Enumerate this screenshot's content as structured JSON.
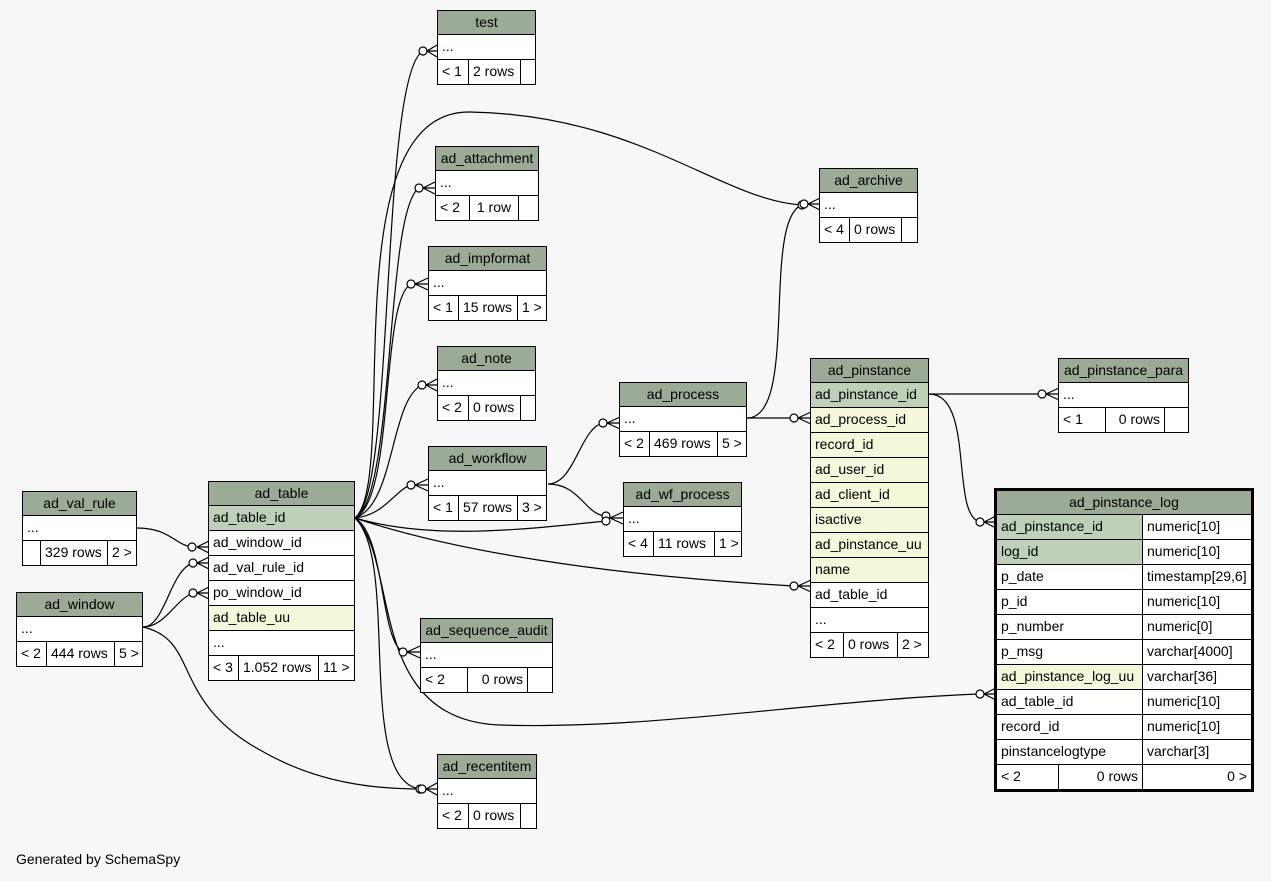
{
  "footer_text": "Generated by SchemaSpy",
  "tables": {
    "test": {
      "name": "test",
      "rows": [
        "..."
      ],
      "foot": [
        "< 1",
        "2 rows",
        ""
      ]
    },
    "ad_attachment": {
      "name": "ad_attachment",
      "rows": [
        "..."
      ],
      "foot": [
        "< 2",
        "1 row",
        ""
      ]
    },
    "ad_impformat": {
      "name": "ad_impformat",
      "rows": [
        "..."
      ],
      "foot": [
        "< 1",
        "15 rows",
        "1 >"
      ]
    },
    "ad_note": {
      "name": "ad_note",
      "rows": [
        "..."
      ],
      "foot": [
        "< 2",
        "0 rows",
        ""
      ]
    },
    "ad_workflow": {
      "name": "ad_workflow",
      "rows": [
        "..."
      ],
      "foot": [
        "< 1",
        "57 rows",
        "3 >"
      ]
    },
    "ad_sequence_audit": {
      "name": "ad_sequence_audit",
      "rows": [
        "..."
      ],
      "foot": [
        "< 2",
        "0 rows",
        ""
      ]
    },
    "ad_recentitem": {
      "name": "ad_recentitem",
      "rows": [
        "..."
      ],
      "foot": [
        "< 2",
        "0 rows",
        ""
      ]
    },
    "ad_val_rule": {
      "name": "ad_val_rule",
      "rows": [
        "..."
      ],
      "foot": [
        "",
        "329 rows",
        "2 >"
      ]
    },
    "ad_window": {
      "name": "ad_window",
      "rows": [
        "..."
      ],
      "foot": [
        "< 2",
        "444 rows",
        "5 >"
      ]
    },
    "ad_table": {
      "name": "ad_table",
      "rows": [
        "ad_table_id",
        "ad_window_id",
        "ad_val_rule_id",
        "po_window_id",
        "ad_table_uu",
        "..."
      ],
      "foot": [
        "< 3",
        "1.052 rows",
        "11 >"
      ]
    },
    "ad_process": {
      "name": "ad_process",
      "rows": [
        "..."
      ],
      "foot": [
        "< 2",
        "469 rows",
        "5 >"
      ]
    },
    "ad_wf_process": {
      "name": "ad_wf_process",
      "rows": [
        "..."
      ],
      "foot": [
        "< 4",
        "11 rows",
        "1 >"
      ]
    },
    "ad_archive": {
      "name": "ad_archive",
      "rows": [
        "..."
      ],
      "foot": [
        "< 4",
        "0 rows",
        ""
      ]
    },
    "ad_pinstance": {
      "name": "ad_pinstance",
      "rows": [
        "ad_pinstance_id",
        "ad_process_id",
        "record_id",
        "ad_user_id",
        "ad_client_id",
        "isactive",
        "ad_pinstance_uu",
        "name",
        "ad_table_id",
        "..."
      ],
      "foot": [
        "< 2",
        "0 rows",
        "2 >"
      ]
    },
    "ad_pinstance_para": {
      "name": "ad_pinstance_para",
      "rows": [
        "..."
      ],
      "foot": [
        "< 1",
        "0 rows",
        ""
      ]
    },
    "ad_pinstance_log": {
      "name": "ad_pinstance_log",
      "columns": [
        {
          "name": "ad_pinstance_id",
          "type": "numeric[10]"
        },
        {
          "name": "log_id",
          "type": "numeric[10]"
        },
        {
          "name": "p_date",
          "type": "timestamp[29,6]"
        },
        {
          "name": "p_id",
          "type": "numeric[10]"
        },
        {
          "name": "p_number",
          "type": "numeric[0]"
        },
        {
          "name": "p_msg",
          "type": "varchar[4000]"
        },
        {
          "name": "ad_pinstance_log_uu",
          "type": "varchar[36]"
        },
        {
          "name": "ad_table_id",
          "type": "numeric[10]"
        },
        {
          "name": "record_id",
          "type": "numeric[10]"
        },
        {
          "name": "pinstancelogtype",
          "type": "varchar[3]"
        }
      ],
      "foot": [
        "< 2",
        "0 rows",
        "0 >"
      ]
    }
  },
  "colors": {
    "header": "#9bab96",
    "primary_key": "#bed1b8",
    "indexed": "#f4f7da",
    "background": "#f7f7f7"
  }
}
